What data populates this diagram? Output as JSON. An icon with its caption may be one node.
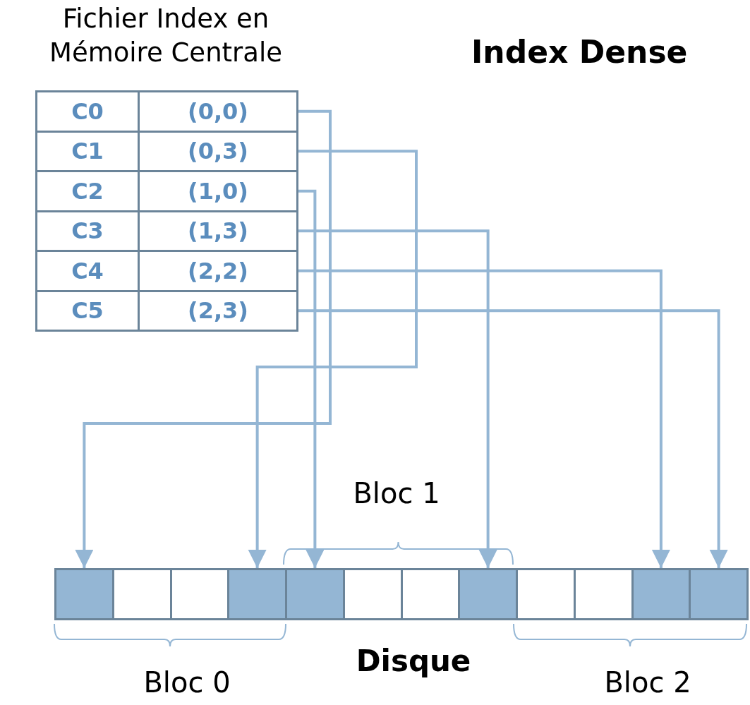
{
  "diagram": {
    "title": "Index Dense",
    "nodes": [
      {
        "text": [
          "Fichier Index en Mémoire Centrale"
        ]
      },
      {
        "text": [
          "C0"
        ],
        "in": 0
      },
      {
        "text": [
          "(0,0)"
        ],
        "in": 0
      },
      {
        "text": [
          "C1"
        ],
        "in": 0
      },
      {
        "text": [
          "(0,3)"
        ],
        "in": 0
      },
      {
        "text": [
          "C2"
        ],
        "in": 0
      },
      {
        "text": [
          "(1,0)"
        ],
        "in": 0
      },
      {
        "text": [
          "C3"
        ],
        "in": 0
      },
      {
        "text": [
          "(1,3)"
        ],
        "in": 0
      },
      {
        "text": [
          "C4"
        ],
        "in": 0
      },
      {
        "text": [
          "(2,2)"
        ],
        "in": 0
      },
      {
        "text": [
          "C5"
        ],
        "in": 0
      },
      {
        "text": [
          "(2,3)"
        ],
        "in": 0
      },
      {
        "text": [],
        "shape": "box"
      },
      {
        "text": [],
        "shape": "box"
      },
      {
        "text": [],
        "shape": "box"
      },
      {
        "text": [],
        "shape": "box"
      },
      {
        "text": [],
        "shape": "box"
      },
      {
        "text": [],
        "shape": "box"
      },
      {
        "text": [],
        "shape": "box"
      },
      {
        "text": [],
        "shape": "box"
      },
      {
        "text": [],
        "shape": "box"
      },
      {
        "text": [],
        "shape": "box"
      },
      {
        "text": [],
        "shape": "box"
      },
      {
        "text": [],
        "shape": "box"
      }
    ],
    "edges": [
      {
        "from": 2,
        "to": 13,
        "arrow": "to"
      },
      {
        "from": 4,
        "to": 16,
        "arrow": "to"
      },
      {
        "from": 6,
        "to": 17,
        "arrow": "to"
      },
      {
        "from": 8,
        "to": 20,
        "arrow": "to"
      },
      {
        "from": 10,
        "to": 23,
        "arrow": "to"
      },
      {
        "from": 12,
        "to": 24,
        "arrow": "to"
      }
    ],
    "labels": [
      "Bloc 1",
      "Disque",
      "Bloc 0",
      "Bloc 2"
    ]
  }
}
